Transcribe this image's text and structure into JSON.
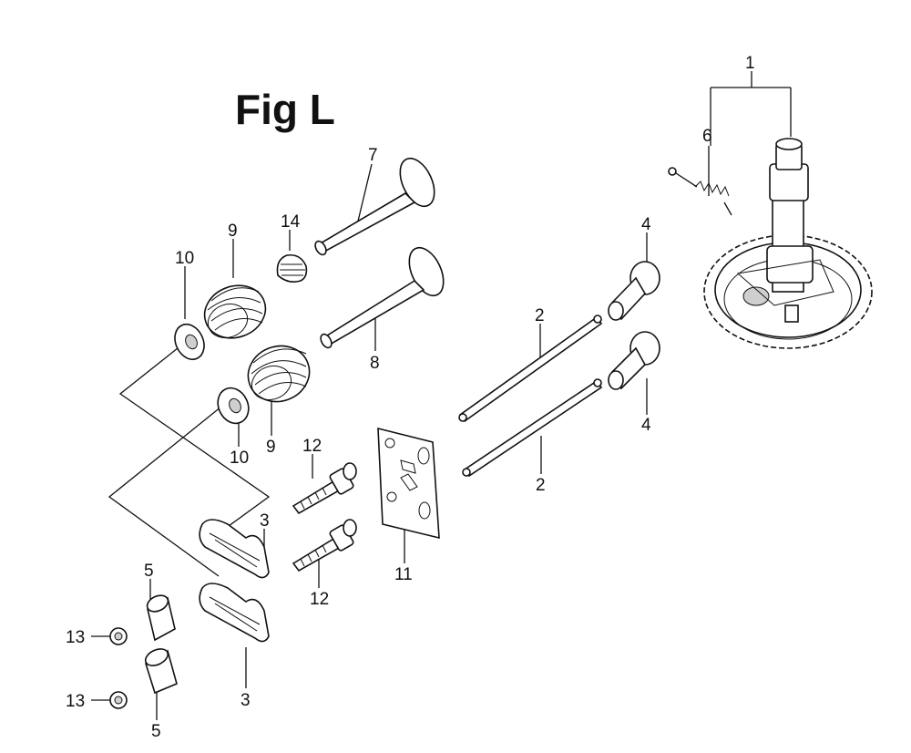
{
  "figure": {
    "title": "Fig L"
  },
  "callouts": [
    {
      "id": "c1",
      "text": "1"
    },
    {
      "id": "c6",
      "text": "6"
    },
    {
      "id": "c7",
      "text": "7"
    },
    {
      "id": "c14",
      "text": "14"
    },
    {
      "id": "c9a",
      "text": "9"
    },
    {
      "id": "c10a",
      "text": "10"
    },
    {
      "id": "c4a",
      "text": "4"
    },
    {
      "id": "c2a",
      "text": "2"
    },
    {
      "id": "c8",
      "text": "8"
    },
    {
      "id": "c4b",
      "text": "4"
    },
    {
      "id": "c10b",
      "text": "10"
    },
    {
      "id": "c9b",
      "text": "9"
    },
    {
      "id": "c12a",
      "text": "12"
    },
    {
      "id": "c2b",
      "text": "2"
    },
    {
      "id": "c3a",
      "text": "3"
    },
    {
      "id": "c11",
      "text": "11"
    },
    {
      "id": "c12b",
      "text": "12"
    },
    {
      "id": "c5a",
      "text": "5"
    },
    {
      "id": "c13a",
      "text": "13"
    },
    {
      "id": "c3b",
      "text": "3"
    },
    {
      "id": "c13b",
      "text": "13"
    },
    {
      "id": "c5b",
      "text": "5"
    }
  ]
}
